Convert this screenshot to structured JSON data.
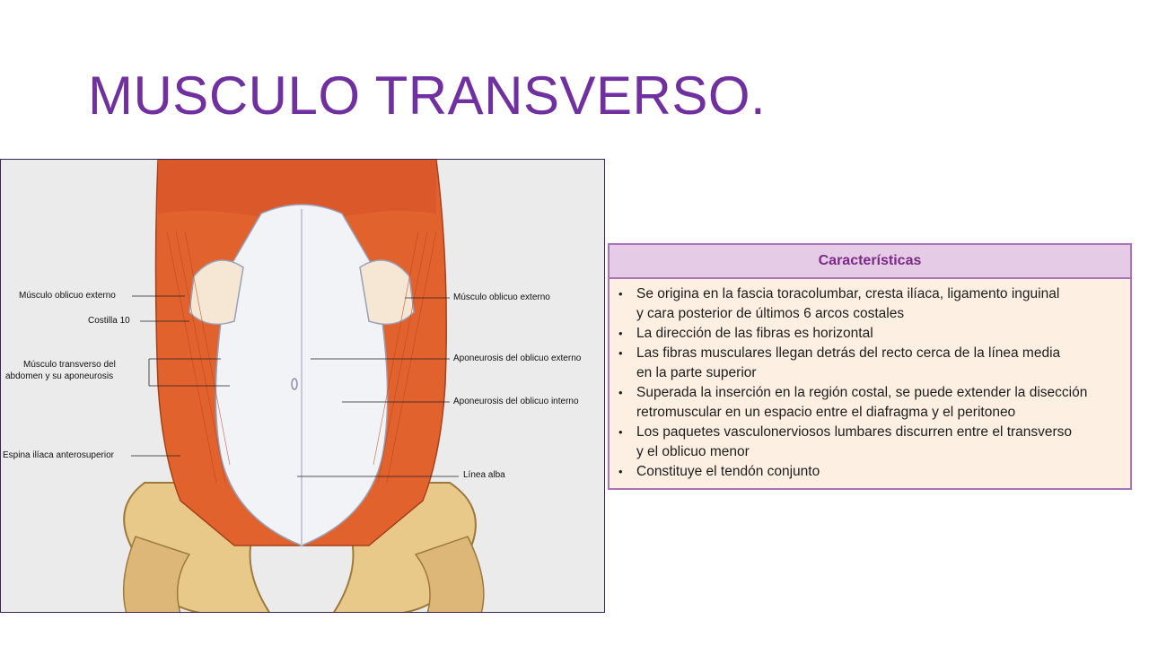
{
  "slide": {
    "title": "MUSCULO TRANSVERSO."
  },
  "figure": {
    "labels_left": [
      {
        "text": "Músculo oblicuo externo"
      },
      {
        "text": "Costilla 10"
      },
      {
        "text": "Músculo transverso del"
      },
      {
        "text": "abdomen y su aponeurosis"
      },
      {
        "text": "Espina ilíaca anterosuperior"
      }
    ],
    "labels_right": [
      {
        "text": "Músculo oblicuo externo"
      },
      {
        "text": "Aponeurosis del oblicuo externo"
      },
      {
        "text": "Aponeurosis del oblicuo interno"
      },
      {
        "text": "Línea alba"
      }
    ]
  },
  "table": {
    "header": "Características",
    "items": [
      {
        "line1": "Se origina en la fascia toracolumbar, cresta ilíaca, ligamento inguinal",
        "line2": "y cara posterior de últimos 6 arcos costales"
      },
      {
        "line1": "La dirección de las fibras es horizontal",
        "line2": ""
      },
      {
        "line1": "Las fibras musculares llegan detrás del recto cerca de la línea media",
        "line2": "en la parte superior"
      },
      {
        "line1": "Superada la inserción en la región costal, se puede extender la disección",
        "line2": "retromuscular en un espacio entre el diafragma y el peritoneo"
      },
      {
        "line1": "Los paquetes vasculonerviosos lumbares discurren entre el transverso",
        "line2": "y el oblicuo menor"
      },
      {
        "line1": "Constituye el tendón conjunto",
        "line2": ""
      }
    ]
  }
}
